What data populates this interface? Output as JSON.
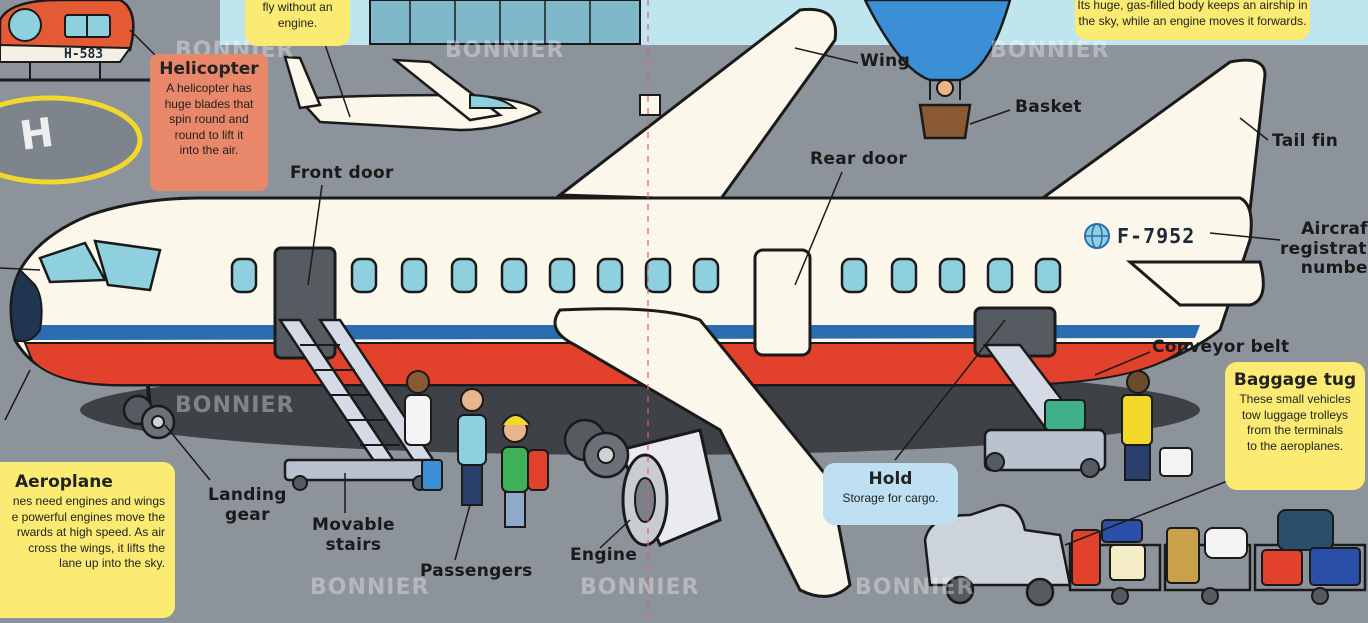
{
  "labels": {
    "wing": "Wing",
    "basket": "Basket",
    "tail_fin": "Tail fin",
    "front_door": "Front door",
    "rear_door": "Rear door",
    "registration": "Aircraft\nregistration\nnumber",
    "conveyor_belt": "Conveyor belt",
    "landing_gear": "Landing\ngear",
    "movable_stairs": "Movable\nstairs",
    "passengers": "Passengers",
    "engine": "Engine"
  },
  "boxes": {
    "glider_partial": "fly without an\nengine.",
    "airship_partial": "Its huge, gas-filled body keeps an airship in\nthe sky, while an engine moves it forwards.",
    "helicopter": {
      "title": "Helicopter",
      "text": "A helicopter has\nhuge blades that\nspin round and\nround to lift it\ninto the air."
    },
    "hold": {
      "title": "Hold",
      "text": "Storage for cargo."
    },
    "baggage_tug": {
      "title": "Baggage tug",
      "text": "These small vehicles\ntow luggage trolleys\nfrom the terminals\nto the aeroplanes."
    },
    "aeroplane": {
      "title": "Aeroplane",
      "text": "nes need engines and wings\ne powerful engines move the\nrwards at high speed. As air\ncross the wings, it lifts the\nlane up into the sky."
    }
  },
  "registration_number": "F-7952",
  "helicopter_registration": "H-583",
  "watermark": "BONNIER",
  "colors": {
    "tarmac": "#8c939a",
    "plane_body": "#fbf7ea",
    "stripe_red": "#e2412c",
    "stripe_blue": "#2a6db0",
    "window": "#8fd0de",
    "label_yellow": "#fbeb72",
    "label_salmon": "#e9876b",
    "label_blue": "#bfe0f3"
  }
}
